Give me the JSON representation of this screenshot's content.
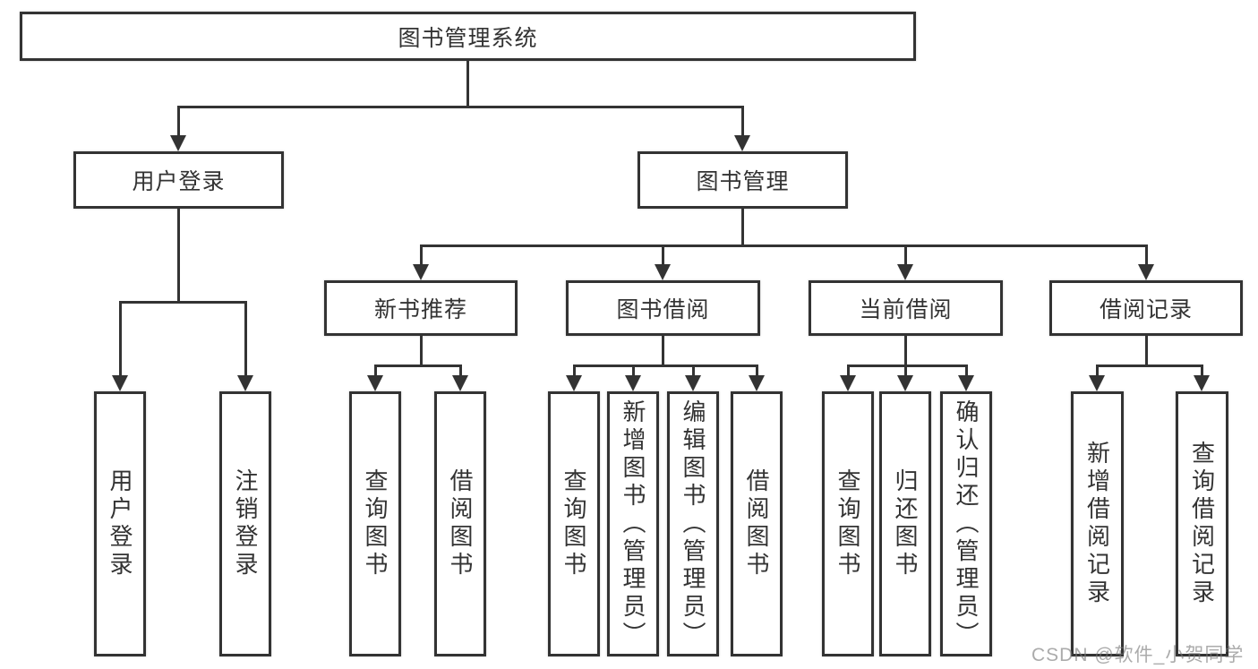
{
  "title": "图书管理系统",
  "tree": {
    "root": {
      "label": "图书管理系统"
    },
    "branches": [
      {
        "label": "用户登录",
        "children": [
          {
            "label": "用户登录"
          },
          {
            "label": "注销登录"
          }
        ]
      },
      {
        "label": "图书管理",
        "children": [
          {
            "label": "新书推荐",
            "children": [
              {
                "label": "查询图书"
              },
              {
                "label": "借阅图书"
              }
            ]
          },
          {
            "label": "图书借阅",
            "children": [
              {
                "label": "查询图书"
              },
              {
                "label": "新增图书（管理员）"
              },
              {
                "label": "编辑图书（管理员）"
              },
              {
                "label": "借阅图书"
              }
            ]
          },
          {
            "label": "当前借阅",
            "children": [
              {
                "label": "查询图书"
              },
              {
                "label": "归还图书"
              },
              {
                "label": "确认归还（管理员）"
              }
            ]
          },
          {
            "label": "借阅记录",
            "children": [
              {
                "label": "新增借阅记录"
              },
              {
                "label": "查询借阅记录"
              }
            ]
          }
        ]
      }
    ]
  },
  "watermark": {
    "text": "CSDN @软件_小贺同学"
  },
  "colors": {
    "line": "#333333",
    "text": "#333333",
    "background": "#ffffff",
    "watermark_gray": "#787878"
  }
}
